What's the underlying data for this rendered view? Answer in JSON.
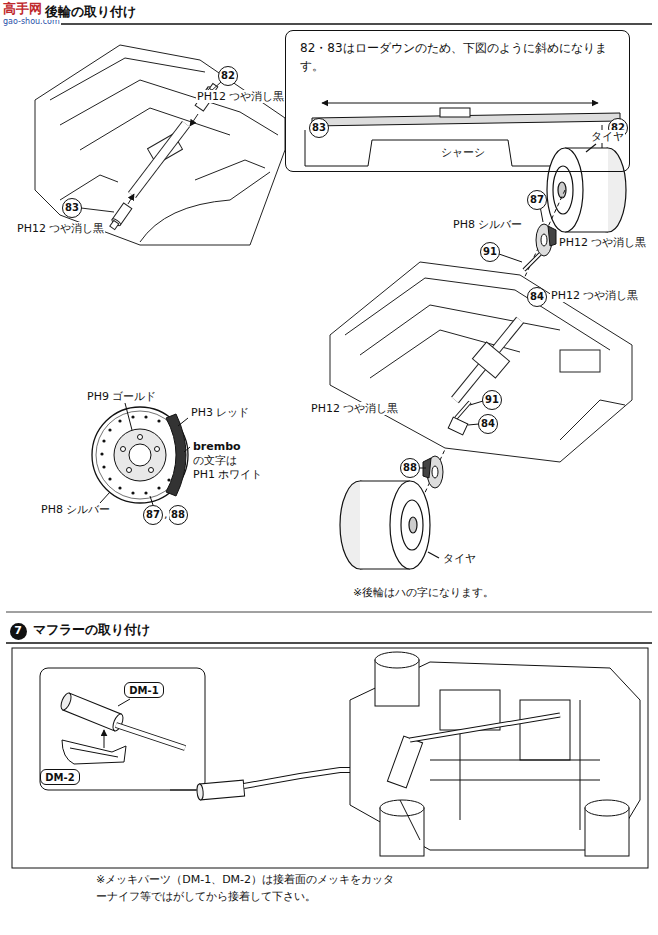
{
  "diagram": {
    "nodes": [
      {
        "text": [
          "82・83はローダウンのため、下図のように斜めになります。"
        ]
      },
      {
        "text": [
          "83"
        ],
        "in": 0
      },
      {
        "text": [
          "82"
        ],
        "in": 0
      },
      {
        "text": [
          "82"
        ]
      },
      {
        "text": [
          "83"
        ]
      },
      {
        "text": [
          "87"
        ]
      },
      {
        "text": [
          "91"
        ]
      },
      {
        "text": [
          "84"
        ]
      },
      {
        "text": [
          "91"
        ]
      },
      {
        "text": [
          "84"
        ]
      },
      {
        "text": [
          "88"
        ]
      },
      {
        "text": [
          "87"
        ]
      },
      {
        "text": [
          "88"
        ]
      },
      {
        "text": [
          "7"
        ]
      },
      {
        "text": [
          "DM-1"
        ]
      },
      {
        "text": [
          "DM-2"
        ]
      }
    ],
    "labels": [
      "高手网",
      "gao-shou.com",
      "後輪の取り付け",
      "PH12 つや消し黒",
      "PH12 つや消し黒",
      "シャーシ",
      "タイヤ",
      "PH8 シルバー",
      "PH12 つや消し黒",
      "PH12 つや消し黒",
      "PH12 つや消し黒",
      "タイヤ",
      "※後輪はハの字になります。",
      "PH9 ゴールド",
      "PH3 レッド",
      "brembo",
      "の文字は",
      "PH1 ホワイト",
      "PH8 シルバー",
      ",",
      "マフラーの取り付け",
      "※メッキパーツ（DM-1、DM-2）は接着面のメッキをカッターナイフ等ではがしてから接着して下さい。"
    ]
  }
}
